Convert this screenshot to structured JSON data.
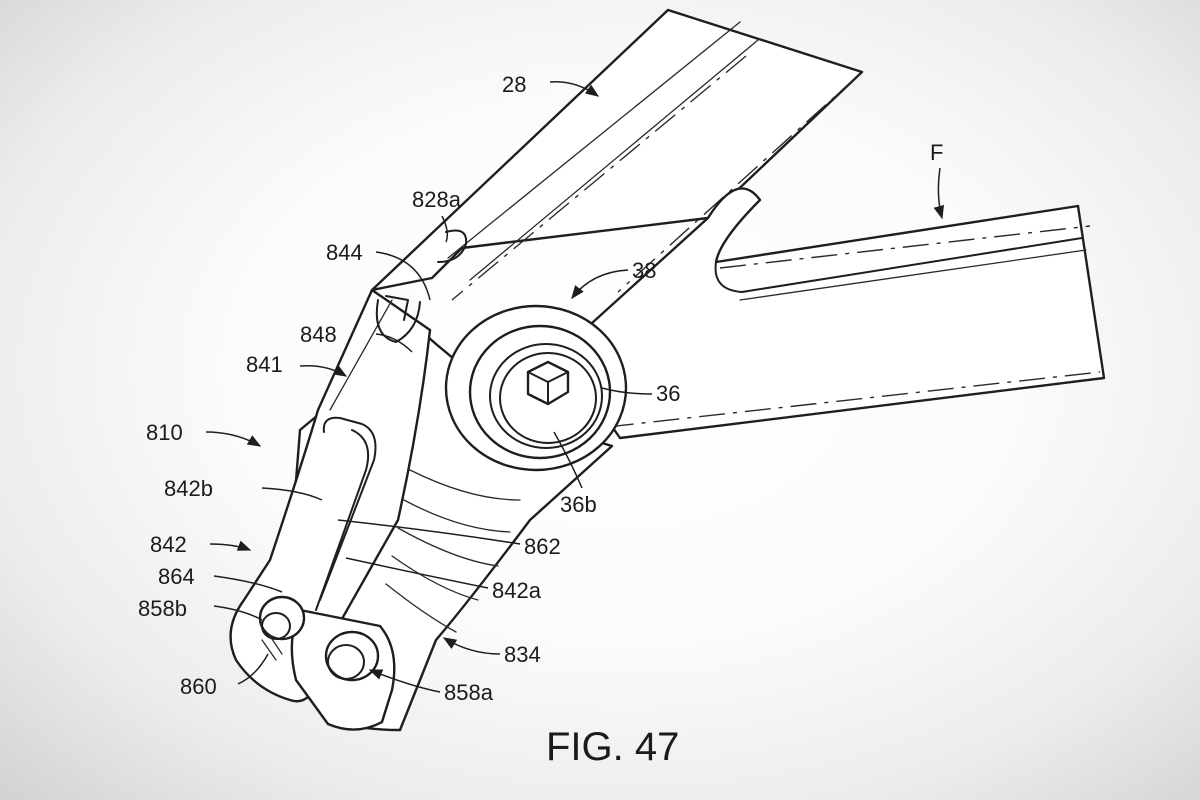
{
  "figure": {
    "caption": "FIG. 47",
    "labels": [
      {
        "id": "28",
        "text": "28"
      },
      {
        "id": "F",
        "text": "F"
      },
      {
        "id": "828a",
        "text": "828a"
      },
      {
        "id": "844",
        "text": "844"
      },
      {
        "id": "38",
        "text": "38"
      },
      {
        "id": "848",
        "text": "848"
      },
      {
        "id": "841",
        "text": "841"
      },
      {
        "id": "36",
        "text": "36"
      },
      {
        "id": "810",
        "text": "810"
      },
      {
        "id": "842b",
        "text": "842b"
      },
      {
        "id": "36b",
        "text": "36b"
      },
      {
        "id": "842",
        "text": "842"
      },
      {
        "id": "862",
        "text": "862"
      },
      {
        "id": "864",
        "text": "864"
      },
      {
        "id": "842a",
        "text": "842a"
      },
      {
        "id": "858b",
        "text": "858b"
      },
      {
        "id": "834",
        "text": "834"
      },
      {
        "id": "860",
        "text": "860"
      },
      {
        "id": "858a",
        "text": "858a"
      }
    ]
  },
  "colors": {
    "ink": "#1e1e1e",
    "paper": "#ffffff",
    "vignette": "#d2d2d2"
  }
}
